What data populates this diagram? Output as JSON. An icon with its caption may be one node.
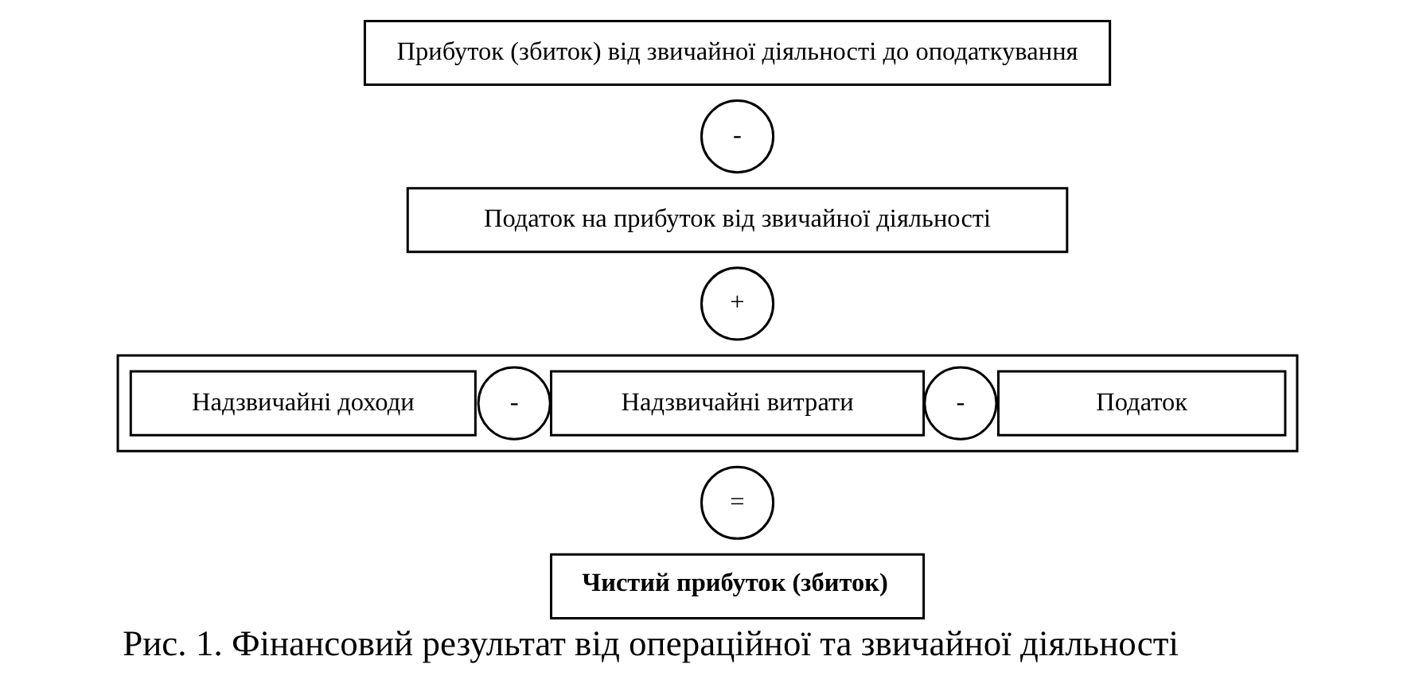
{
  "diagram": {
    "caption": "Рис. 1. Фінансовий результат від операційної та звичайної діяльності",
    "nodes": [
      {
        "text": [
          "Прибуток (збиток) від звичайної діяльності до оподаткування"
        ]
      },
      {
        "text": [
          "-"
        ]
      },
      {
        "text": [
          "Податок на прибуток від звичайної діяльності"
        ]
      },
      {
        "text": [
          "+"
        ]
      },
      {
        "text": [],
        "shape": "box"
      },
      {
        "text": [
          "Надзвичайні доходи"
        ],
        "in": 4
      },
      {
        "text": [
          "-"
        ],
        "in": 4
      },
      {
        "text": [
          "Надзвичайні витрати"
        ],
        "in": 4
      },
      {
        "text": [
          "-"
        ],
        "in": 4
      },
      {
        "text": [
          "Податок"
        ],
        "in": 4
      },
      {
        "text": [
          "="
        ]
      },
      {
        "text": [
          "Чистий прибуток (збиток)"
        ]
      }
    ]
  }
}
